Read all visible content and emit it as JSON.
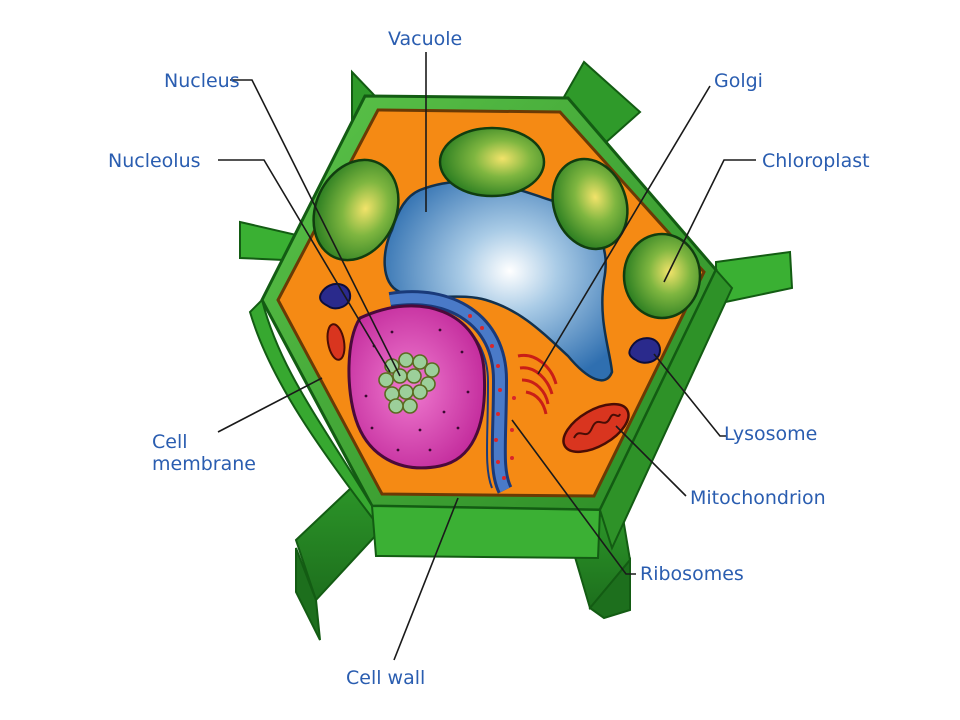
{
  "labels": {
    "vacuole": "Vacuole",
    "nucleus": "Nucleus",
    "nucleolus": "Nucleolus",
    "golgi": "Golgi",
    "chloroplast": "Chloroplast",
    "cell_membrane_line1": "Cell",
    "cell_membrane_line2": "membrane",
    "lysosome": "Lysosome",
    "mitochondrion": "Mitochondrion",
    "ribosomes": "Ribosomes",
    "cell_wall": "Cell wall"
  },
  "colors": {
    "label_text": "#2a5db0",
    "cell_wall": "#3aa832",
    "cell_wall_dark": "#1f7a1f",
    "cytoplasm": "#f58a14",
    "vacuole": "#3f84c4",
    "nucleus": "#d13ca6",
    "chloroplast": "#3f9a2c",
    "mitochondrion": "#d9351f",
    "lysosome": "#2a2a8c"
  }
}
